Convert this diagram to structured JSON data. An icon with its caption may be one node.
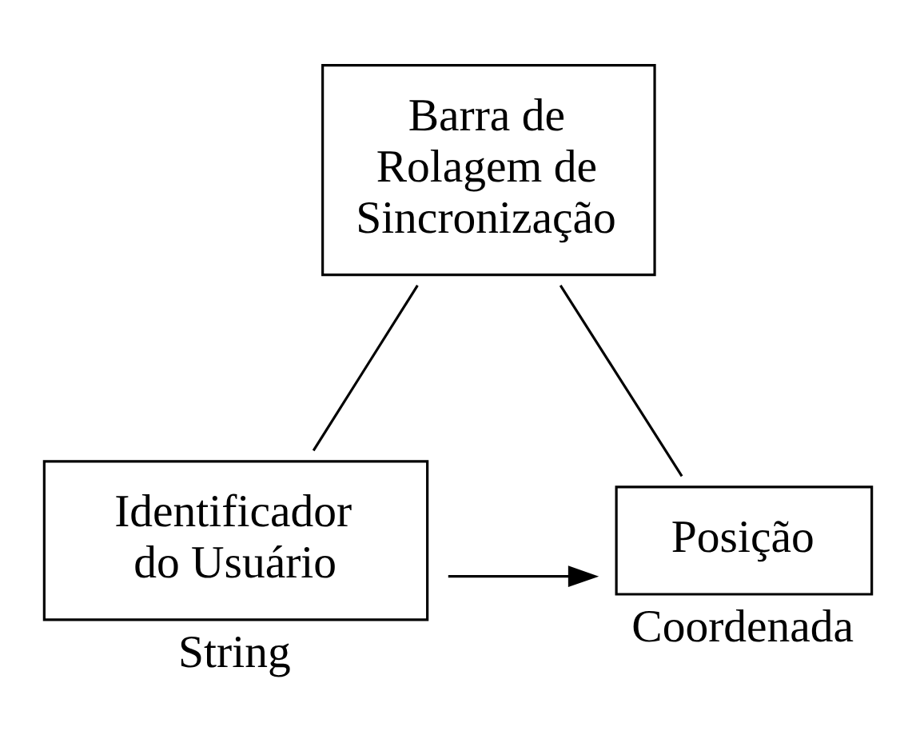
{
  "diagram": {
    "nodes": [
      {
        "text": [
          "Barra de Rolagem de Sincronização"
        ]
      },
      {
        "text": [
          "Identificador do Usuário"
        ],
        "beside": [
          "String"
        ]
      },
      {
        "text": [
          "Posição"
        ],
        "beside": [
          "Coordenada"
        ]
      }
    ],
    "edges": [
      {
        "from": 0,
        "to": 1,
        "arrow": "none"
      },
      {
        "from": 0,
        "to": 2,
        "arrow": "none"
      },
      {
        "from": 1,
        "to": 2,
        "arrow": "to"
      }
    ]
  }
}
